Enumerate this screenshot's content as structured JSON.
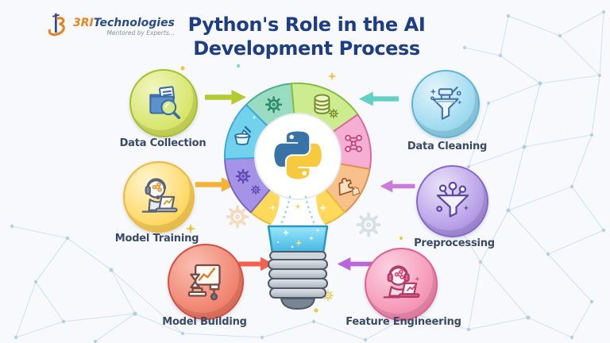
{
  "page": {
    "background": "#f7f9fc",
    "mesh_color": "#b9d4ec"
  },
  "logo": {
    "brand_prefix": "3RI",
    "brand_suffix": "Technologies",
    "tagline": "Mentored by Experts...",
    "prefix_color": "#e8821e",
    "suffix_color": "#2b4a8c"
  },
  "title": {
    "line1": "Python's Role in the AI",
    "line2": "Development Process",
    "color": "#1e3e84"
  },
  "center_graphic": {
    "name": "python-lightbulb",
    "python_blue": "#3873a8",
    "python_yellow": "#f6c93e",
    "bulb_neck_color": "#41b4e2",
    "wheel_segments": [
      {
        "name": "gear",
        "color": "#99dcc2"
      },
      {
        "name": "database",
        "color": "#cdeb8f"
      },
      {
        "name": "network-nodes",
        "color": "#f6aed2"
      },
      {
        "name": "puzzle",
        "color": "#f8c08a"
      },
      {
        "name": "sparkle-right",
        "color": "#ffd95c"
      },
      {
        "name": "sparkle-left",
        "color": "#ffd95c"
      },
      {
        "name": "gears",
        "color": "#a493e6"
      },
      {
        "name": "cleaning-brush",
        "color": "#72d2ee"
      }
    ]
  },
  "nodes": [
    {
      "label": "Data Collection",
      "icon": "folder-search-icon",
      "circle_color": "#d3e35c",
      "arrow_color": "#b3cb30",
      "arrow_direction": "right"
    },
    {
      "label": "Data Cleaning",
      "icon": "funnel-sparkle-icon",
      "circle_color": "#90d5ee",
      "arrow_color": "#62d0c3",
      "arrow_direction": "left"
    },
    {
      "label": "Model Training",
      "icon": "robot-laptop-icon",
      "circle_color": "#ffd254",
      "arrow_color": "#f5b237",
      "arrow_direction": "right"
    },
    {
      "label": "Preprocessing",
      "icon": "funnel-nodes-icon",
      "circle_color": "#ad92e4",
      "arrow_color": "#cb79dc",
      "arrow_direction": "left"
    },
    {
      "label": "Model Building",
      "icon": "flowchart-chart-icon",
      "circle_color": "#ee7a64",
      "arrow_color": "#f3604e",
      "arrow_direction": "right"
    },
    {
      "label": "Feature Engineering",
      "icon": "robot-head-laptop-icon",
      "circle_color": "#f48cb0",
      "arrow_color": "#bb66dc",
      "arrow_direction": "left"
    }
  ]
}
